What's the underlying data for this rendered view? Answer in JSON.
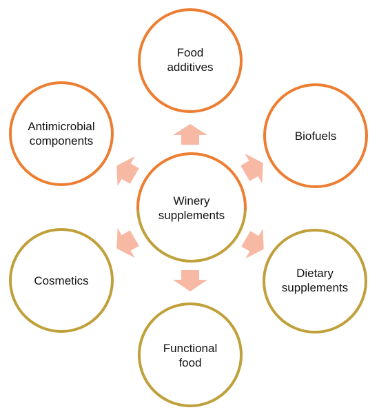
{
  "colors": {
    "orange": "#ED7D31",
    "olive": "#BFA03A",
    "arrow": "#F7B8A4",
    "text": "#111111"
  },
  "center": {
    "label_line1": "Winery",
    "label_line2": "supplements"
  },
  "nodes": [
    {
      "id": "food-additives",
      "line1": "Food",
      "line2": "additives",
      "color": "orange"
    },
    {
      "id": "biofuels",
      "line1": "Biofuels",
      "line2": "",
      "color": "orange"
    },
    {
      "id": "dietary-supplements",
      "line1": "Dietary",
      "line2": "supplements",
      "color": "olive"
    },
    {
      "id": "functional-food",
      "line1": "Functional",
      "line2": "food",
      "color": "olive"
    },
    {
      "id": "cosmetics",
      "line1": "Cosmetics",
      "line2": "",
      "color": "olive"
    },
    {
      "id": "antimicrobial-components",
      "line1": "Antimicrobial",
      "line2": "components",
      "color": "orange"
    }
  ]
}
